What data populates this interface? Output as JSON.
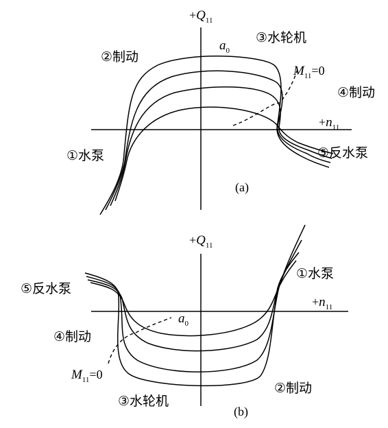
{
  "panel_a": {
    "y_axis": {
      "sign": "+",
      "symbol": "Q",
      "sub": "11"
    },
    "x_axis": {
      "sign": "+",
      "symbol": "n",
      "sub": "11"
    },
    "regions": {
      "r1": "①水泵",
      "r2": "②制动",
      "r3": "③水轮机",
      "r4": "④制动",
      "r5": "⑤反水泵"
    },
    "a0": {
      "symbol": "a",
      "sub": "0"
    },
    "m_line": {
      "symbol": "M",
      "sub": "11",
      "rest": "=0"
    },
    "caption": "(a)"
  },
  "panel_b": {
    "y_axis": {
      "sign": "+",
      "symbol": "Q",
      "sub": "11"
    },
    "x_axis": {
      "sign": "+",
      "symbol": "n",
      "sub": "11"
    },
    "regions": {
      "r1": "①水泵",
      "r2": "②制动",
      "r3": "③水轮机",
      "r4": "④制动",
      "r5": "⑤反水泵"
    },
    "a0": {
      "symbol": "a",
      "sub": "0"
    },
    "m_line": {
      "symbol": "M",
      "sub": "11",
      "rest": "=0"
    },
    "caption": "(b)"
  }
}
